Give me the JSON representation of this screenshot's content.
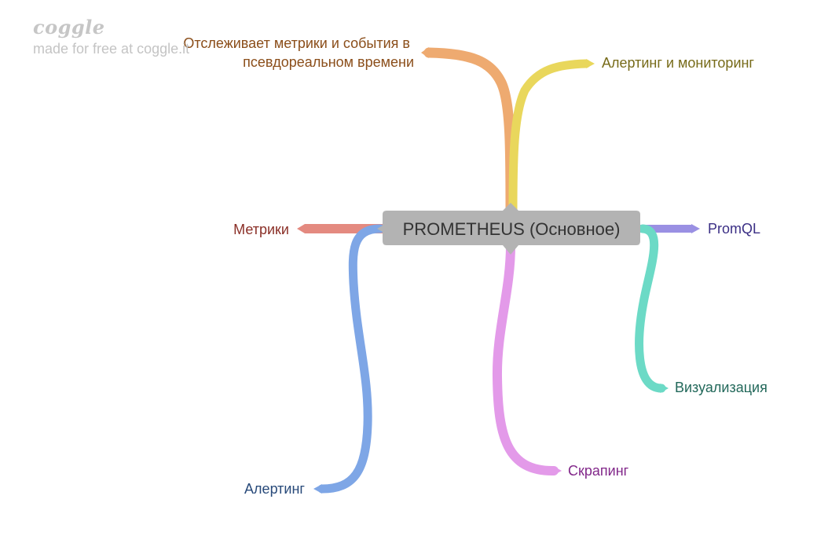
{
  "watermark": {
    "logo": "coggle",
    "tagline": "made for free at coggle.it"
  },
  "center": {
    "label": "PROMETHEUS (Основное)",
    "fill": "#b3b3b3"
  },
  "branches": [
    {
      "id": "tracking",
      "lines": [
        "Отслеживает метрики и события в",
        "псевдореальном времени"
      ],
      "color": "#eeaa70",
      "text_color": "#8b4e1a"
    },
    {
      "id": "alerting-monitoring",
      "lines": [
        "Алертинг и мониторинг"
      ],
      "color": "#e9d75c",
      "text_color": "#776b19"
    },
    {
      "id": "metrics",
      "lines": [
        "Метрики"
      ],
      "color": "#e48a80",
      "text_color": "#8a2f27"
    },
    {
      "id": "promql",
      "lines": [
        "PromQL"
      ],
      "color": "#9a90e3",
      "text_color": "#3b2f85"
    },
    {
      "id": "visualization",
      "lines": [
        "Визуализация"
      ],
      "color": "#6cdac6",
      "text_color": "#22685a"
    },
    {
      "id": "scraping",
      "lines": [
        "Скрапинг"
      ],
      "color": "#e39ae9",
      "text_color": "#82288a"
    },
    {
      "id": "alerting",
      "lines": [
        "Алертинг"
      ],
      "color": "#7ea6e6",
      "text_color": "#284a7a"
    }
  ]
}
